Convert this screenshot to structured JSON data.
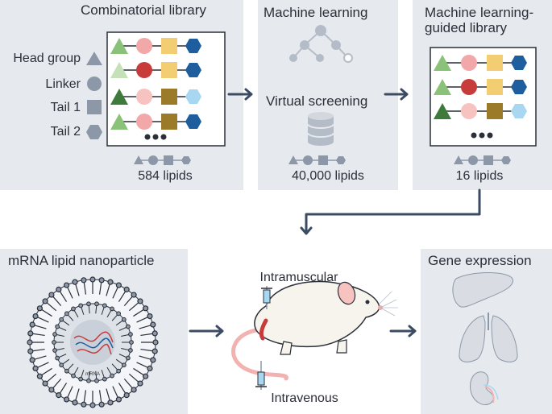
{
  "colors": {
    "panel": "#e6eaef",
    "ink": "#2b2f38",
    "arrow": "#3b4b63",
    "grey": "#8c98a8",
    "green": "#8bc27a",
    "green_light": "#c5e1b8",
    "green_dark": "#3d7a3b",
    "pink": "#f2a8a8",
    "pink_light": "#f6c3c0",
    "red": "#c83b3b",
    "yellow": "#f3cd72",
    "olive": "#9b7a2a",
    "blue": "#1f5e9e",
    "blue_light": "#a8d7f2"
  },
  "panels": {
    "library": {
      "title": "Combinatorial library",
      "count": "584 lipids"
    },
    "ml": {
      "title": "Machine learning",
      "subtitle": "Virtual screening",
      "count": "40,000 lipids"
    },
    "guided": {
      "title_line1": "Machine learning-",
      "title_line2": "guided library",
      "count": "16 lipids"
    },
    "lnp": {
      "title": "mRNA lipid nanoparticle",
      "core_label": "mRNA"
    },
    "gene": {
      "title": "Gene expression"
    }
  },
  "legend": {
    "head": "Head group",
    "linker": "Linker",
    "tail1": "Tail 1",
    "tail2": "Tail 2"
  },
  "routes": {
    "im": "Intramuscular",
    "iv": "Intravenous"
  },
  "icons": {
    "tree": "network-tree-icon",
    "database": "database-icon",
    "mouse": "mouse-illustration",
    "liver": "liver-icon",
    "lungs": "lungs-icon",
    "kidney": "kidney-icon",
    "syringe": "syringe-icon"
  }
}
